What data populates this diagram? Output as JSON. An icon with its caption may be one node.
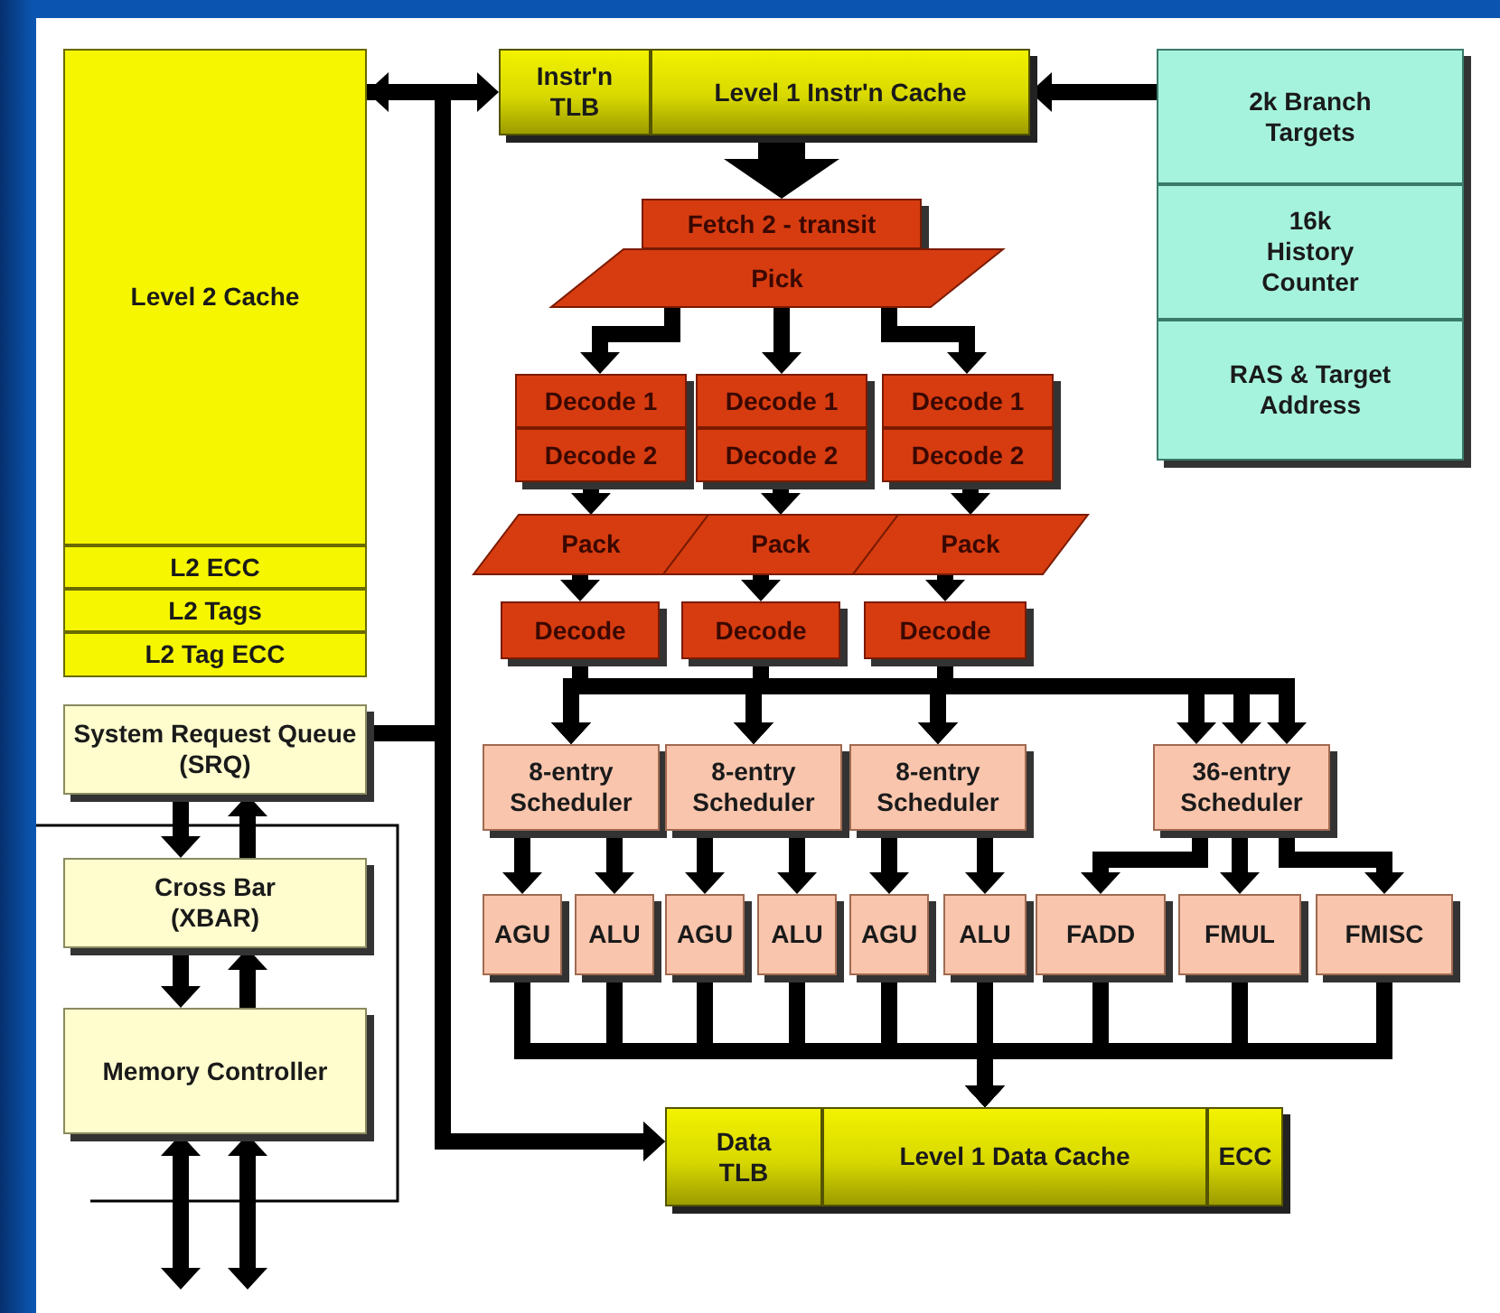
{
  "diagram": {
    "nodes": [
      {
        "text": [
          "Level 2 Cache"
        ]
      },
      {
        "text": [
          "L2 ECC"
        ]
      },
      {
        "text": [
          "L2 Tags"
        ]
      },
      {
        "text": [
          "L2 Tag ECC"
        ]
      },
      {
        "text": [
          "Instr'n TLB"
        ]
      },
      {
        "text": [
          "Level 1 Instr'n Cache"
        ]
      },
      {
        "text": [
          "2k Branch Targets"
        ]
      },
      {
        "text": [
          "16k History Counter"
        ]
      },
      {
        "text": [
          "RAS & Target Address"
        ]
      },
      {
        "text": [
          "Fetch 2 - transit"
        ]
      },
      {
        "text": [
          "Pick"
        ]
      },
      {
        "text": [
          "Decode 1"
        ]
      },
      {
        "text": [
          "Decode 1"
        ]
      },
      {
        "text": [
          "Decode 1"
        ]
      },
      {
        "text": [
          "Decode 2"
        ]
      },
      {
        "text": [
          "Decode 2"
        ]
      },
      {
        "text": [
          "Decode 2"
        ]
      },
      {
        "text": [
          "Pack"
        ]
      },
      {
        "text": [
          "Pack"
        ]
      },
      {
        "text": [
          "Pack"
        ]
      },
      {
        "text": [
          "Decode"
        ]
      },
      {
        "text": [
          "Decode"
        ]
      },
      {
        "text": [
          "Decode"
        ]
      },
      {
        "text": [
          "System Request Queue (SRQ)"
        ]
      },
      {
        "text": [
          "8-entry Scheduler"
        ]
      },
      {
        "text": [
          "8-entry Scheduler"
        ]
      },
      {
        "text": [
          "8-entry Scheduler"
        ]
      },
      {
        "text": [
          "36-entry Scheduler"
        ]
      },
      {
        "text": [
          "Cross Bar (XBAR)"
        ]
      },
      {
        "text": [
          "Memory Controller"
        ]
      },
      {
        "text": [
          "AGU"
        ]
      },
      {
        "text": [
          "ALU"
        ]
      },
      {
        "text": [
          "AGU"
        ]
      },
      {
        "text": [
          "ALU"
        ]
      },
      {
        "text": [
          "AGU"
        ]
      },
      {
        "text": [
          "ALU"
        ]
      },
      {
        "text": [
          "FADD"
        ]
      },
      {
        "text": [
          "FMUL"
        ]
      },
      {
        "text": [
          "FMISC"
        ]
      },
      {
        "text": [
          "Data TLB"
        ]
      },
      {
        "text": [
          "Level 1 Data Cache"
        ]
      },
      {
        "text": [
          "ECC"
        ]
      }
    ],
    "edges": [
      {
        "from": 0,
        "to": 4,
        "arrow": "both"
      },
      {
        "from": 0,
        "to": 39,
        "arrow": "to"
      },
      {
        "from": 23,
        "to": 39,
        "arrow": "to"
      },
      {
        "from": 6,
        "to": 5,
        "arrow": "to"
      },
      {
        "from": 5,
        "to": 9,
        "arrow": "to",
        "style": "thick"
      },
      {
        "from": 10,
        "to": 11,
        "arrow": "to"
      },
      {
        "from": 10,
        "to": 12,
        "arrow": "to"
      },
      {
        "from": 10,
        "to": 13,
        "arrow": "to"
      },
      {
        "from": 14,
        "to": 17,
        "arrow": "to"
      },
      {
        "from": 15,
        "to": 18,
        "arrow": "to"
      },
      {
        "from": 16,
        "to": 19,
        "arrow": "to"
      },
      {
        "from": 17,
        "to": 20,
        "arrow": "to"
      },
      {
        "from": 18,
        "to": 21,
        "arrow": "to"
      },
      {
        "from": 19,
        "to": 22,
        "arrow": "to"
      },
      {
        "from": 20,
        "to": 24,
        "arrow": "to"
      },
      {
        "from": 20,
        "to": 25,
        "arrow": "to"
      },
      {
        "from": 20,
        "to": 26,
        "arrow": "to"
      },
      {
        "from": 20,
        "to": 27,
        "arrow": "to"
      },
      {
        "from": 21,
        "to": 24,
        "arrow": "to"
      },
      {
        "from": 21,
        "to": 25,
        "arrow": "to"
      },
      {
        "from": 21,
        "to": 26,
        "arrow": "to"
      },
      {
        "from": 21,
        "to": 27,
        "arrow": "to"
      },
      {
        "from": 22,
        "to": 24,
        "arrow": "to"
      },
      {
        "from": 22,
        "to": 25,
        "arrow": "to"
      },
      {
        "from": 22,
        "to": 26,
        "arrow": "to"
      },
      {
        "from": 22,
        "to": 27,
        "arrow": "to"
      },
      {
        "from": 24,
        "to": 30,
        "arrow": "to"
      },
      {
        "from": 24,
        "to": 31,
        "arrow": "to"
      },
      {
        "from": 25,
        "to": 32,
        "arrow": "to"
      },
      {
        "from": 25,
        "to": 33,
        "arrow": "to"
      },
      {
        "from": 26,
        "to": 34,
        "arrow": "to"
      },
      {
        "from": 26,
        "to": 35,
        "arrow": "to"
      },
      {
        "from": 27,
        "to": 36,
        "arrow": "to"
      },
      {
        "from": 27,
        "to": 37,
        "arrow": "to"
      },
      {
        "from": 27,
        "to": 38,
        "arrow": "to"
      },
      {
        "from": 30,
        "to": 40,
        "arrow": "to"
      },
      {
        "from": 31,
        "to": 40,
        "arrow": "to"
      },
      {
        "from": 32,
        "to": 40,
        "arrow": "to"
      },
      {
        "from": 33,
        "to": 40,
        "arrow": "to"
      },
      {
        "from": 34,
        "to": 40,
        "arrow": "to"
      },
      {
        "from": 35,
        "to": 40,
        "arrow": "to"
      },
      {
        "from": 36,
        "to": 40,
        "arrow": "to"
      },
      {
        "from": 37,
        "to": 40,
        "arrow": "to"
      },
      {
        "from": 38,
        "to": 40,
        "arrow": "to"
      },
      {
        "from": 23,
        "to": 28,
        "arrow": "to"
      },
      {
        "from": 28,
        "to": 23,
        "arrow": "to"
      },
      {
        "from": 28,
        "to": 29,
        "arrow": "to"
      },
      {
        "from": 29,
        "to": 28,
        "arrow": "to"
      },
      {
        "from": 29,
        "to": null,
        "arrow": "both"
      },
      {
        "from": 29,
        "to": null,
        "arrow": "both"
      }
    ]
  }
}
